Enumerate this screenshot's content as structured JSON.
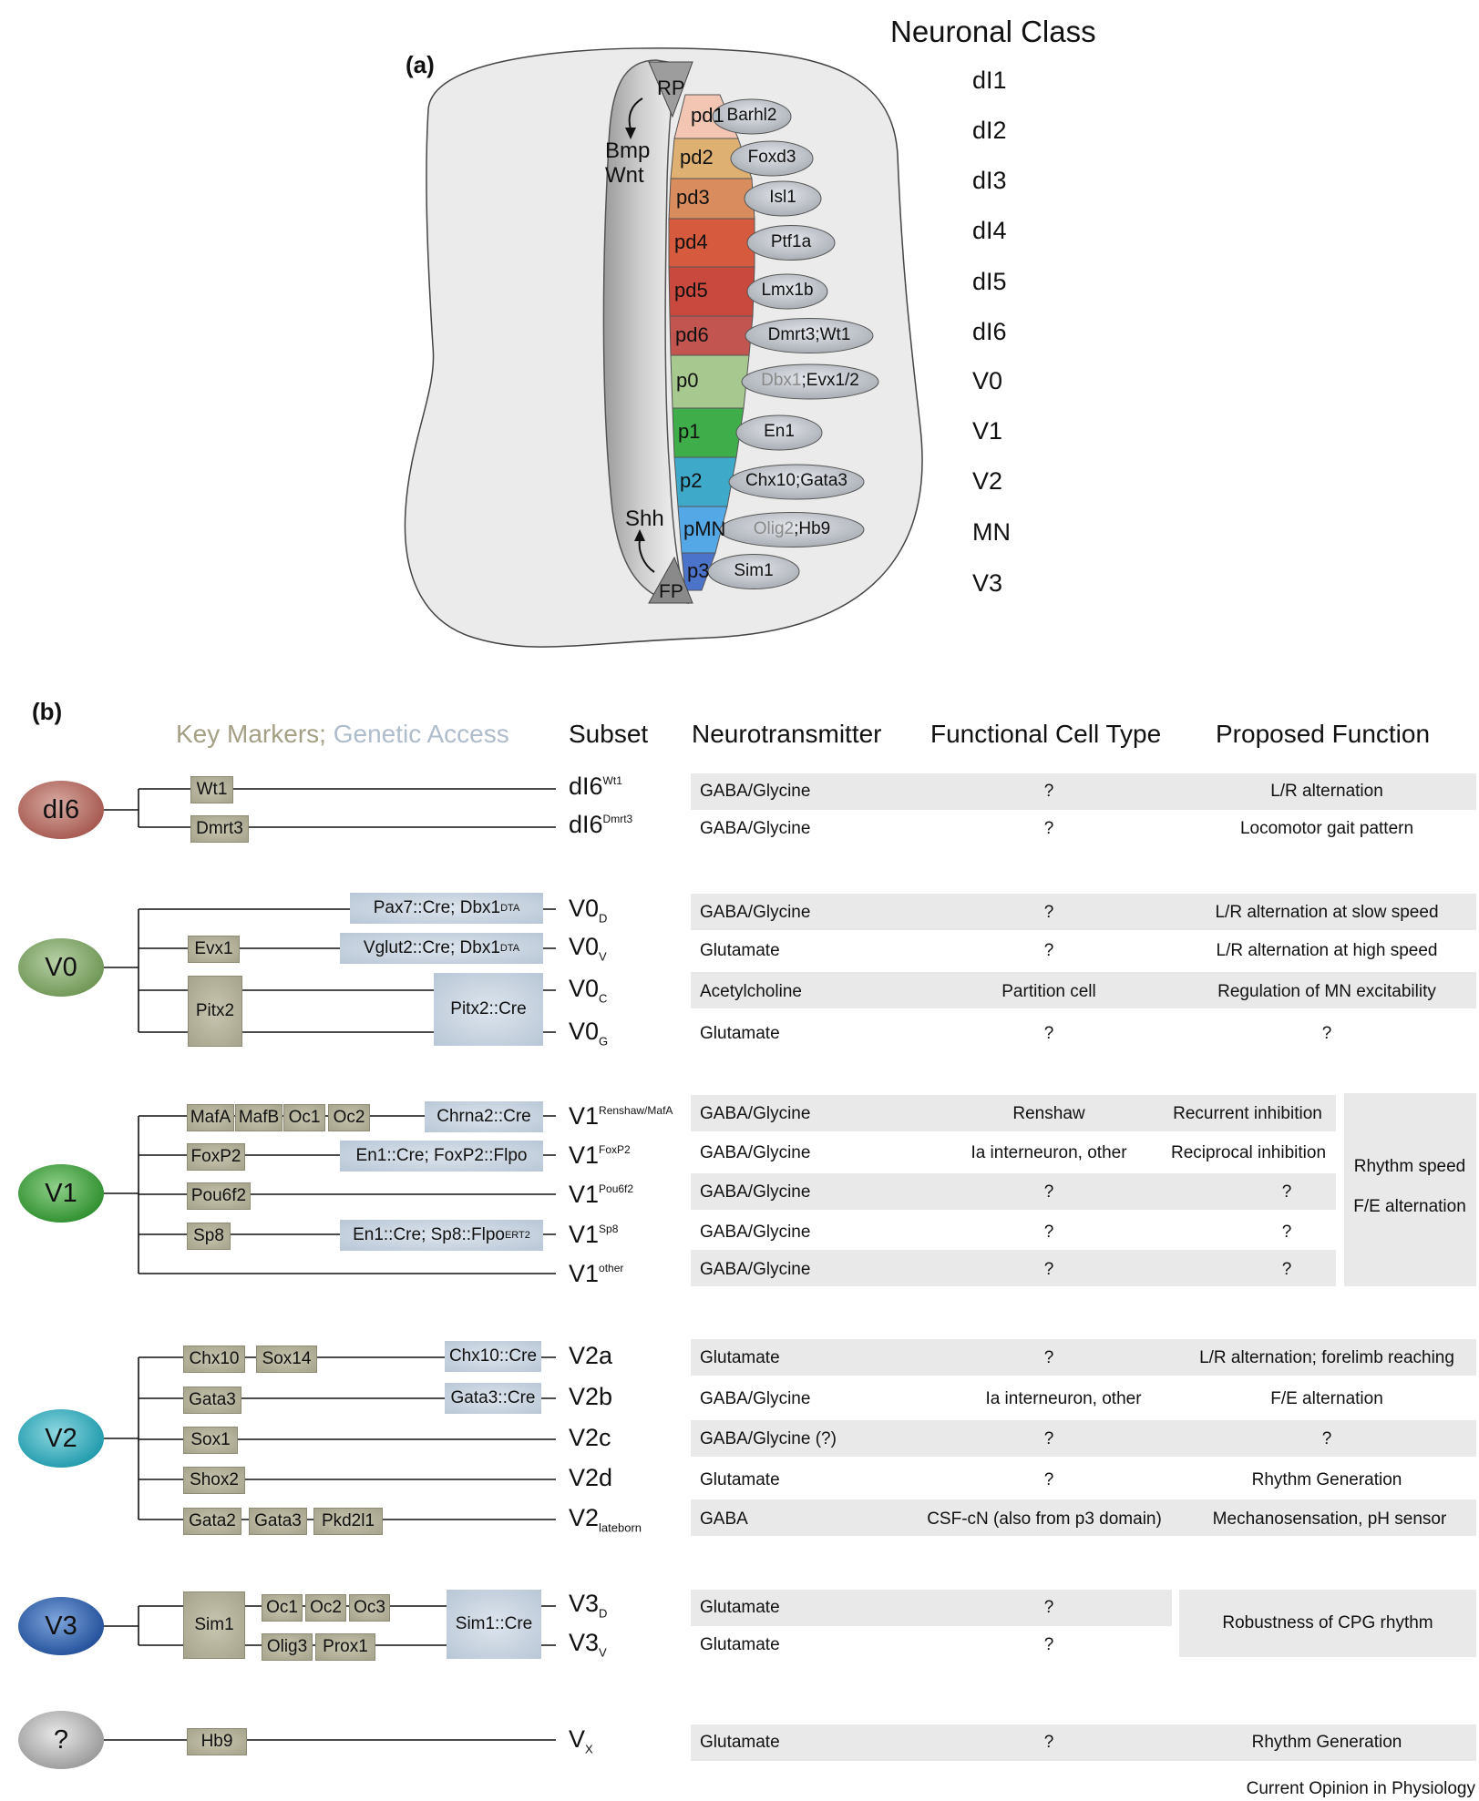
{
  "panel_a": {
    "label": "(a)",
    "regions": {
      "rp": "RP",
      "fp": "FP",
      "bmp": "Bmp",
      "wnt": "Wnt",
      "shh": "Shh"
    },
    "neuronal_class_title": "Neuronal Class",
    "domains": [
      {
        "domain": "pd1",
        "marker": "Barhl2",
        "marker_grey": "",
        "cls": "dI1",
        "color": "#f2c6b3"
      },
      {
        "domain": "pd2",
        "marker": "Foxd3",
        "marker_grey": "",
        "cls": "dI2",
        "color": "#deb072"
      },
      {
        "domain": "pd3",
        "marker": "Isl1",
        "marker_grey": "",
        "cls": "dI3",
        "color": "#d98d5e"
      },
      {
        "domain": "pd4",
        "marker": "Ptf1a",
        "marker_grey": "",
        "cls": "dI4",
        "color": "#d55a3e"
      },
      {
        "domain": "pd5",
        "marker": "Lmx1b",
        "marker_grey": "",
        "cls": "dI5",
        "color": "#c9493e"
      },
      {
        "domain": "pd6",
        "marker": "Dmrt3;Wt1",
        "marker_grey": "",
        "cls": "dI6",
        "color": "#c25550"
      },
      {
        "domain": "p0",
        "marker": ";Evx1/2",
        "marker_grey": "Dbx1",
        "cls": "V0",
        "color": "#a7c98f"
      },
      {
        "domain": "p1",
        "marker": "En1",
        "marker_grey": "",
        "cls": "V1",
        "color": "#3fad49"
      },
      {
        "domain": "p2",
        "marker": "Chx10;Gata3",
        "marker_grey": "",
        "cls": "V2",
        "color": "#3fa9c9"
      },
      {
        "domain": "pMN",
        "marker": ";Hb9",
        "marker_grey": "Olig2",
        "cls": "MN",
        "color": "#55a8e6"
      },
      {
        "domain": "p3",
        "marker": "Sim1",
        "marker_grey": "",
        "cls": "V3",
        "color": "#4b73c9"
      }
    ]
  },
  "panel_b": {
    "label": "(b)",
    "headers": {
      "key_markers": "Key Markers",
      "separator": ";",
      "genetic_access": "Genetic Access",
      "subset": "Subset",
      "neurotransmitter": "Neurotransmitter",
      "functional_cell_type": "Functional Cell Type",
      "proposed_function": "Proposed Function"
    },
    "groups": {
      "di6": {
        "label": "dI6",
        "color": "#a5584f"
      },
      "v0": {
        "label": "V0",
        "color": "#6f9655"
      },
      "v1": {
        "label": "V1",
        "color": "#3c9a3a"
      },
      "v2": {
        "label": "V2",
        "color": "#2ba6b7"
      },
      "v3": {
        "label": "V3",
        "color": "#2c5fa8"
      },
      "vx": {
        "label": "?",
        "color": "#a9a9a9"
      }
    },
    "markers": {
      "wt1": "Wt1",
      "dmrt3": "Dmrt3",
      "evx1": "Evx1",
      "pitx2": "Pitx2",
      "mafa": "MafA",
      "mafb": "MafB",
      "oc1": "Oc1",
      "oc2": "Oc2",
      "foxp2": "FoxP2",
      "pou6f2": "Pou6f2",
      "sp8": "Sp8",
      "chx10": "Chx10",
      "sox14": "Sox14",
      "gata3": "Gata3",
      "sox1": "Sox1",
      "shox2": "Shox2",
      "gata2": "Gata2",
      "gata3b": "Gata3",
      "pkd2l1": "Pkd2l1",
      "sim1": "Sim1",
      "oc1b": "Oc1",
      "oc2b": "Oc2",
      "oc3": "Oc3",
      "olig3": "Olig3",
      "prox1": "Prox1",
      "hb9": "Hb9"
    },
    "access": {
      "v0d_main": "Pax7::Cre; Dbx1",
      "v0d_sup": "DTA",
      "v0v_main": "Vglut2::Cre; Dbx1",
      "v0v_sup": "DTA",
      "pitx2cre": "Pitx2::Cre",
      "chrna2": "Chrna2::Cre",
      "en1foxp2": "En1::Cre; FoxP2::Flpo",
      "en1sp8_main": "En1::Cre; Sp8::Flpo",
      "en1sp8_sup": "ERT2",
      "chx10cre": "Chx10::Cre",
      "gata3cre": "Gata3::Cre",
      "sim1cre": "Sim1::Cre"
    },
    "subsets": {
      "di6wt1_base": "dI6",
      "di6wt1_sup": "Wt1",
      "di6dmrt3_base": "dI6",
      "di6dmrt3_sup": "Dmrt3",
      "v0d_base": "V0",
      "v0d_sub": "D",
      "v0v_base": "V0",
      "v0v_sub": "V",
      "v0c_base": "V0",
      "v0c_sub": "C",
      "v0g_base": "V0",
      "v0g_sub": "G",
      "v1r_base": "V1",
      "v1r_sup": "Renshaw/MafA",
      "v1f_base": "V1",
      "v1f_sup": "FoxP2",
      "v1p_base": "V1",
      "v1p_sup": "Pou6f2",
      "v1s_base": "V1",
      "v1s_sup": "Sp8",
      "v1o_base": "V1",
      "v1o_sup": "other",
      "v2a": "V2a",
      "v2b": "V2b",
      "v2c": "V2c",
      "v2d": "V2d",
      "v2l_base": "V2",
      "v2l_sub": "lateborn",
      "v3d_base": "V3",
      "v3d_sub": "D",
      "v3v_base": "V3",
      "v3v_sub": "V",
      "vx_base": "V",
      "vx_sub": "X"
    },
    "rows": {
      "di6wt1": {
        "nt": "GABA/Glycine",
        "ct": "?",
        "fn": "L/R alternation"
      },
      "di6dmrt3": {
        "nt": "GABA/Glycine",
        "ct": "?",
        "fn": "Locomotor gait pattern"
      },
      "v0d": {
        "nt": "GABA/Glycine",
        "ct": "?",
        "fn": "L/R alternation at slow speed"
      },
      "v0v": {
        "nt": "Glutamate",
        "ct": "?",
        "fn": "L/R alternation at high speed"
      },
      "v0c": {
        "nt": "Acetylcholine",
        "ct": "Partition cell",
        "fn": "Regulation of MN excitability"
      },
      "v0g": {
        "nt": "Glutamate",
        "ct": "?",
        "fn": "?"
      },
      "v1r": {
        "nt": "GABA/Glycine",
        "ct": "Renshaw",
        "fn": "Recurrent inhibition"
      },
      "v1f": {
        "nt": "GABA/Glycine",
        "ct": "Ia interneuron, other",
        "fn": "Reciprocal inhibition"
      },
      "v1p": {
        "nt": "GABA/Glycine",
        "ct": "?",
        "fn": "?"
      },
      "v1s": {
        "nt": "GABA/Glycine",
        "ct": "?",
        "fn": "?"
      },
      "v1o": {
        "nt": "GABA/Glycine",
        "ct": "?",
        "fn": "?"
      },
      "v1_shared_1": "Rhythm speed",
      "v1_shared_2": "F/E alternation",
      "v2a": {
        "nt": "Glutamate",
        "ct": "?",
        "fn": "L/R alternation; forelimb reaching"
      },
      "v2b": {
        "nt": "GABA/Glycine",
        "ct": "Ia interneuron, other",
        "fn": "F/E alternation"
      },
      "v2c": {
        "nt": "GABA/Glycine (?)",
        "ct": "?",
        "fn": "?"
      },
      "v2d": {
        "nt": "Glutamate",
        "ct": "?",
        "fn": "Rhythm Generation"
      },
      "v2l": {
        "nt": "GABA",
        "ct": "CSF-cN (also from p3 domain)",
        "fn": "Mechanosensation, pH sensor"
      },
      "v3d": {
        "nt": "Glutamate",
        "ct": "?"
      },
      "v3v": {
        "nt": "Glutamate",
        "ct": "?"
      },
      "v3_shared": "Robustness of CPG rhythm",
      "vx": {
        "nt": "Glutamate",
        "ct": "?",
        "fn": "Rhythm Generation"
      }
    }
  },
  "footer": "Current Opinion in Physiology"
}
